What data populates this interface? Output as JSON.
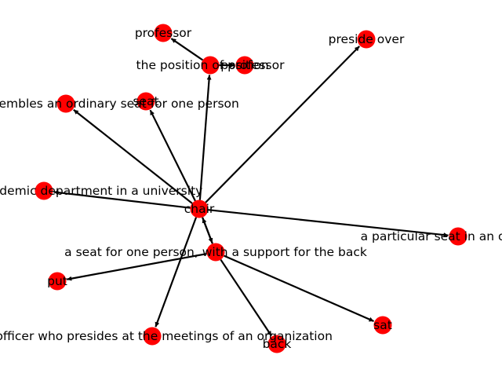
{
  "graph": {
    "node_color": "#ff0000",
    "edge_color": "#000000",
    "nodes": [
      {
        "id": "chair",
        "label": "chair"
      },
      {
        "id": "professor",
        "label": "professor"
      },
      {
        "id": "position",
        "label": "the position of professor"
      },
      {
        "id": "position2",
        "label": "position"
      },
      {
        "id": "preside",
        "label": "preside over"
      },
      {
        "id": "electrocution",
        "label": "electrocution; resembles an ordinary seat for one person"
      },
      {
        "id": "seat",
        "label": "seat"
      },
      {
        "id": "head",
        "label": "the head of an academic department in a university"
      },
      {
        "id": "particular",
        "label": "a particular seat in an orchestra"
      },
      {
        "id": "seatperson",
        "label": "a seat for one person, with a support for the back"
      },
      {
        "id": "put",
        "label": "put"
      },
      {
        "id": "sat",
        "label": "sat"
      },
      {
        "id": "officer",
        "label": "the officer who presides at the meetings of an organization"
      },
      {
        "id": "back",
        "label": "back"
      }
    ],
    "edges": [
      {
        "source": "chair",
        "target": "electrocution"
      },
      {
        "source": "chair",
        "target": "seat"
      },
      {
        "source": "chair",
        "target": "position"
      },
      {
        "source": "chair",
        "target": "preside"
      },
      {
        "source": "chair",
        "target": "head"
      },
      {
        "source": "chair",
        "target": "particular"
      },
      {
        "source": "chair",
        "target": "seatperson"
      },
      {
        "source": "seatperson",
        "target": "chair"
      },
      {
        "source": "chair",
        "target": "officer"
      },
      {
        "source": "position",
        "target": "professor"
      },
      {
        "source": "position",
        "target": "position2"
      },
      {
        "source": "seatperson",
        "target": "put"
      },
      {
        "source": "seatperson",
        "target": "back"
      },
      {
        "source": "seatperson",
        "target": "sat"
      }
    ]
  }
}
